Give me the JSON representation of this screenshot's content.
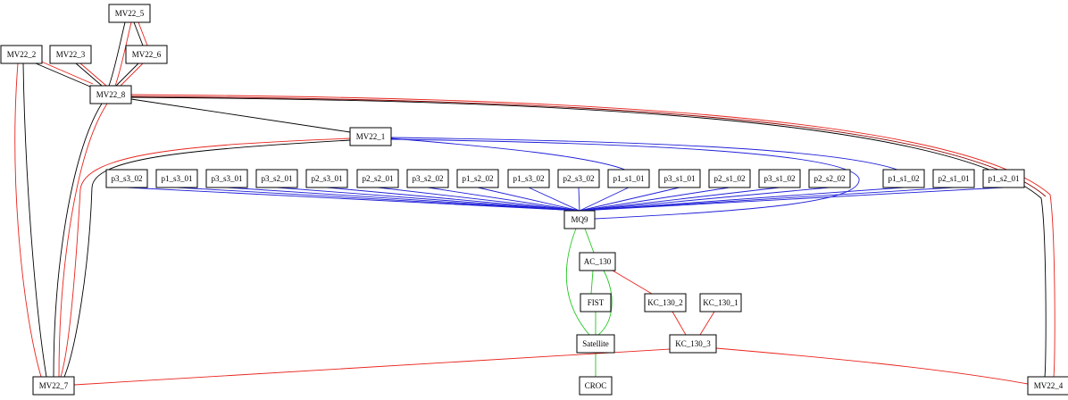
{
  "diagram": {
    "colors": {
      "black": "#000000",
      "red": "#e8231c",
      "blue": "#2020d8",
      "green": "#22c822",
      "darkred": "#8b0000"
    },
    "nodes": [
      {
        "id": "MV22_5",
        "label": "MV22_5"
      },
      {
        "id": "MV22_2",
        "label": "MV22_2"
      },
      {
        "id": "MV22_3",
        "label": "MV22_3"
      },
      {
        "id": "MV22_6",
        "label": "MV22_6"
      },
      {
        "id": "MV22_8",
        "label": "MV22_8"
      },
      {
        "id": "MV22_1",
        "label": "MV22_1"
      },
      {
        "id": "p3_s3_02",
        "label": "p3_s3_02"
      },
      {
        "id": "p1_s3_01",
        "label": "p1_s3_01"
      },
      {
        "id": "p3_s3_01",
        "label": "p3_s3_01"
      },
      {
        "id": "p3_s2_01",
        "label": "p3_s2_01"
      },
      {
        "id": "p2_s3_01",
        "label": "p2_s3_01"
      },
      {
        "id": "p2_s2_01",
        "label": "p2_s2_01"
      },
      {
        "id": "p3_s2_02",
        "label": "p3_s2_02"
      },
      {
        "id": "p1_s2_02",
        "label": "p1_s2_02"
      },
      {
        "id": "p1_s3_02",
        "label": "p1_s3_02"
      },
      {
        "id": "p2_s3_02",
        "label": "p2_s3_02"
      },
      {
        "id": "p1_s1_01",
        "label": "p1_s1_01"
      },
      {
        "id": "p3_s1_01",
        "label": "p3_s1_01"
      },
      {
        "id": "p2_s1_02",
        "label": "p2_s1_02"
      },
      {
        "id": "p3_s1_02",
        "label": "p3_s1_02"
      },
      {
        "id": "p2_s2_02",
        "label": "p2_s2_02"
      },
      {
        "id": "p1_s1_02",
        "label": "p1_s1_02"
      },
      {
        "id": "p2_s1_01",
        "label": "p2_s1_01"
      },
      {
        "id": "p1_s2_01",
        "label": "p1_s2_01"
      },
      {
        "id": "MQ9",
        "label": "MQ9"
      },
      {
        "id": "AC_130",
        "label": "AC_130"
      },
      {
        "id": "FIST",
        "label": "FIST"
      },
      {
        "id": "KC_130_2",
        "label": "KC_130_2"
      },
      {
        "id": "KC_130_1",
        "label": "KC_130_1"
      },
      {
        "id": "Satellite",
        "label": "Satellite"
      },
      {
        "id": "KC_130_3",
        "label": "KC_130_3"
      },
      {
        "id": "MV22_7",
        "label": "MV22_7"
      },
      {
        "id": "CROC",
        "label": "CROC"
      },
      {
        "id": "MV22_4",
        "label": "MV22_4"
      }
    ],
    "edges": [
      {
        "from": "MV22_5",
        "to": "MV22_8",
        "color": "black"
      },
      {
        "from": "MV22_5",
        "to": "MV22_8",
        "color": "red"
      },
      {
        "from": "MV22_5",
        "to": "MV22_6",
        "color": "black"
      },
      {
        "from": "MV22_5",
        "to": "MV22_6",
        "color": "red"
      },
      {
        "from": "MV22_6",
        "to": "MV22_8",
        "color": "black"
      },
      {
        "from": "MV22_6",
        "to": "MV22_8",
        "color": "red"
      },
      {
        "from": "MV22_3",
        "to": "MV22_8",
        "color": "black"
      },
      {
        "from": "MV22_3",
        "to": "MV22_8",
        "color": "red"
      },
      {
        "from": "MV22_2",
        "to": "MV22_8",
        "color": "black"
      },
      {
        "from": "MV22_2",
        "to": "MV22_8",
        "color": "red"
      },
      {
        "from": "MV22_2",
        "to": "MV22_7",
        "color": "black"
      },
      {
        "from": "MV22_2",
        "to": "MV22_7",
        "color": "red"
      },
      {
        "from": "MV22_8",
        "to": "MV22_7",
        "color": "black"
      },
      {
        "from": "MV22_8",
        "to": "MV22_7",
        "color": "red"
      },
      {
        "from": "MV22_8",
        "to": "MV22_1",
        "color": "black"
      },
      {
        "from": "MV22_8",
        "to": "MV22_4",
        "color": "black"
      },
      {
        "from": "MV22_8",
        "to": "MV22_4",
        "color": "red"
      },
      {
        "from": "MV22_1",
        "to": "MV22_7",
        "color": "black"
      },
      {
        "from": "MV22_1",
        "to": "MV22_7",
        "color": "red"
      },
      {
        "from": "MV22_1",
        "to": "p1_s1_01",
        "color": "blue"
      },
      {
        "from": "MV22_1",
        "to": "p1_s1_02",
        "color": "blue"
      },
      {
        "from": "MV22_1",
        "to": "MQ9",
        "color": "blue"
      },
      {
        "from": "p3_s3_02",
        "to": "MQ9",
        "color": "blue"
      },
      {
        "from": "p1_s3_01",
        "to": "MQ9",
        "color": "blue"
      },
      {
        "from": "p3_s3_01",
        "to": "MQ9",
        "color": "blue"
      },
      {
        "from": "p3_s2_01",
        "to": "MQ9",
        "color": "blue"
      },
      {
        "from": "p2_s3_01",
        "to": "MQ9",
        "color": "blue"
      },
      {
        "from": "p2_s2_01",
        "to": "MQ9",
        "color": "blue"
      },
      {
        "from": "p3_s2_02",
        "to": "MQ9",
        "color": "blue"
      },
      {
        "from": "p1_s2_02",
        "to": "MQ9",
        "color": "blue"
      },
      {
        "from": "p1_s3_02",
        "to": "MQ9",
        "color": "blue"
      },
      {
        "from": "p2_s3_02",
        "to": "MQ9",
        "color": "blue"
      },
      {
        "from": "p1_s1_01",
        "to": "MQ9",
        "color": "blue"
      },
      {
        "from": "p3_s1_01",
        "to": "MQ9",
        "color": "blue"
      },
      {
        "from": "p2_s1_02",
        "to": "MQ9",
        "color": "blue"
      },
      {
        "from": "p3_s1_02",
        "to": "MQ9",
        "color": "blue"
      },
      {
        "from": "p2_s2_02",
        "to": "MQ9",
        "color": "blue"
      },
      {
        "from": "p1_s1_02",
        "to": "MQ9",
        "color": "blue"
      },
      {
        "from": "p2_s1_01",
        "to": "MQ9",
        "color": "blue"
      },
      {
        "from": "p1_s2_01",
        "to": "MQ9",
        "color": "blue"
      },
      {
        "from": "MQ9",
        "to": "AC_130",
        "color": "green"
      },
      {
        "from": "MQ9",
        "to": "Satellite",
        "color": "green"
      },
      {
        "from": "AC_130",
        "to": "FIST",
        "color": "green"
      },
      {
        "from": "AC_130",
        "to": "Satellite",
        "color": "green"
      },
      {
        "from": "FIST",
        "to": "Satellite",
        "color": "green"
      },
      {
        "from": "Satellite",
        "to": "CROC",
        "color": "green"
      },
      {
        "from": "AC_130",
        "to": "KC_130_2",
        "color": "red"
      },
      {
        "from": "KC_130_2",
        "to": "KC_130_3",
        "color": "red"
      },
      {
        "from": "KC_130_1",
        "to": "KC_130_3",
        "color": "red"
      },
      {
        "from": "KC_130_3",
        "to": "MV22_7",
        "color": "red"
      },
      {
        "from": "KC_130_3",
        "to": "MV22_4",
        "color": "red"
      },
      {
        "from": "MV22_1",
        "to": "MV22_4",
        "color": "darkred"
      }
    ]
  }
}
